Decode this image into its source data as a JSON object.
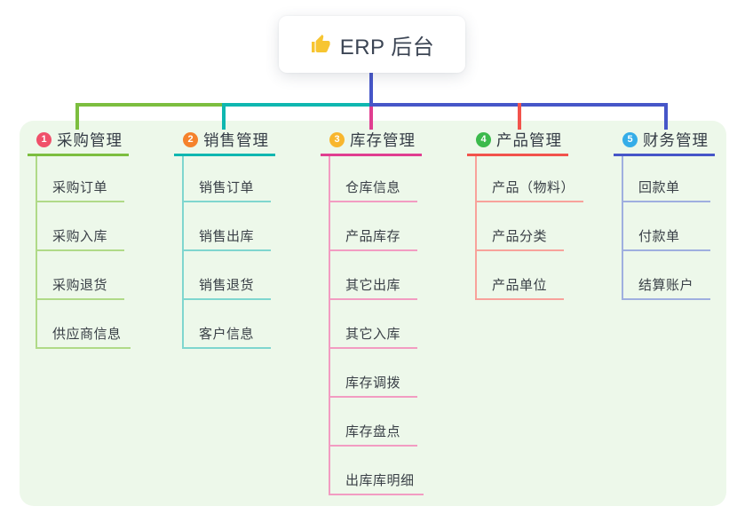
{
  "root": {
    "icon": "thumbs-up",
    "label": "ERP 后台"
  },
  "colors": {
    "panel_bg": "#EDF8EA",
    "root_connector": "#4656C8",
    "branch_lines": [
      "#7CBE3F",
      "#0FB7B0",
      "#E03E90",
      "#F2534C",
      "#4656C8"
    ],
    "item_lines": [
      "#B0DA88",
      "#7FD6CF",
      "#F29CC2",
      "#F8A29B",
      "#9FAFDF"
    ],
    "badges": [
      "#F0506A",
      "#F5822C",
      "#F8B62D",
      "#3CBA4C",
      "#35ADE8"
    ],
    "thumb_icon": "#F7C531"
  },
  "branches": [
    {
      "index": "1",
      "title": "采购管理",
      "items": [
        "采购订单",
        "采购入库",
        "采购退货",
        "供应商信息"
      ]
    },
    {
      "index": "2",
      "title": "销售管理",
      "items": [
        "销售订单",
        "销售出库",
        "销售退货",
        "客户信息"
      ]
    },
    {
      "index": "3",
      "title": "库存管理",
      "items": [
        "仓库信息",
        "产品库存",
        "其它出库",
        "其它入库",
        "库存调拨",
        "库存盘点",
        "出库库明细"
      ]
    },
    {
      "index": "4",
      "title": "产品管理",
      "items": [
        "产品（物料）",
        "产品分类",
        "产品单位"
      ]
    },
    {
      "index": "5",
      "title": "财务管理",
      "items": [
        "回款单",
        "付款单",
        "结算账户"
      ]
    }
  ]
}
